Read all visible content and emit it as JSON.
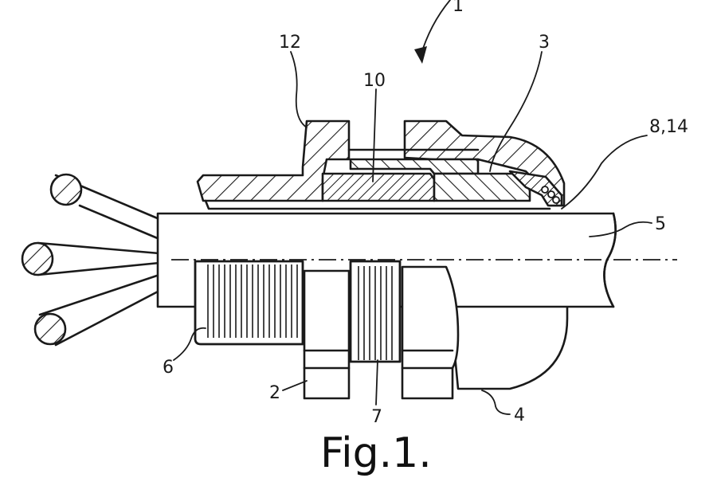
{
  "figure": {
    "caption": "Fig.1.",
    "labels": {
      "arrow": "1",
      "nut_flange": "12",
      "insert": "10",
      "part3": "3",
      "seal": "8,14",
      "cable": "5",
      "thread_left": "6",
      "hex_nut": "2",
      "thread_mid": "7",
      "dome": "4"
    }
  }
}
